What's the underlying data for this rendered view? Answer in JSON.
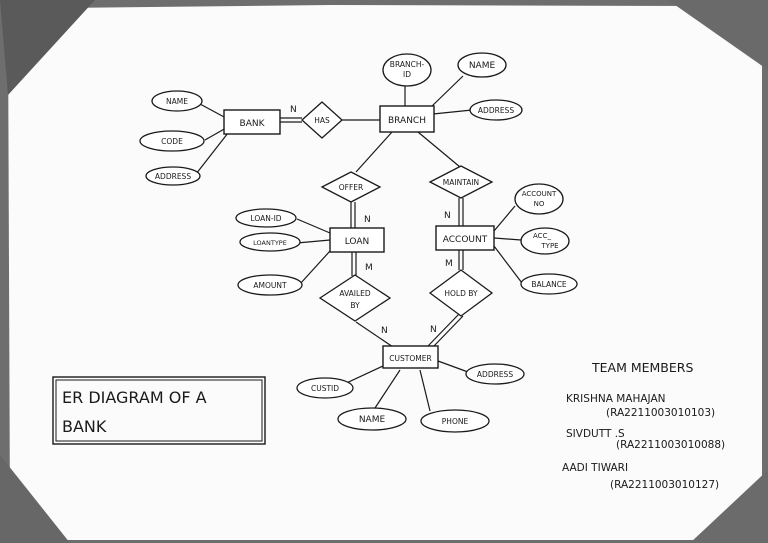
{
  "diagram": {
    "entities": {
      "bank": "BANK",
      "branch": "BRANCH",
      "loan": "LOAN",
      "account": "ACCOUNT",
      "customer": "CUSTOMER"
    },
    "relationships": {
      "has": "HAS",
      "offer": "OFFER",
      "maintain": "MAINTAIN",
      "availed_by_1": "AVAILED",
      "availed_by_2": "BY",
      "hold_by": "HOLD BY"
    },
    "attributes": {
      "bank_name": "NAME",
      "bank_code": "CODE",
      "bank_address": "ADDRESS",
      "branch_id_1": "BRANCH-",
      "branch_id_2": "ID",
      "branch_name": "NAME",
      "branch_address": "ADDRESS",
      "loan_id": "LOAN-ID",
      "loan_type": "LOANTYPE",
      "loan_amount": "AMOUNT",
      "account_no_1": "ACCOUNT",
      "account_no_2": "NO",
      "acc_type_1": "ACC_",
      "acc_type_2": "TYPE",
      "balance": "BALANCE",
      "cust_id": "CUSTID",
      "cust_name": "NAME",
      "cust_phone": "PHONE",
      "cust_address": "ADDRESS"
    },
    "cardinalities": {
      "bank_has": "N",
      "offer_loan": "N",
      "loan_availed": "M",
      "availed_customer": "N",
      "maintain_account": "N",
      "account_hold": "M",
      "hold_customer": "N"
    }
  },
  "title": {
    "line1": "ER DIAGRAM OF A",
    "line2": "BANK"
  },
  "team": {
    "heading": "TEAM MEMBERS",
    "members": [
      {
        "name": "KRISHNA MAHAJAN",
        "id": "(RA2211003010103)"
      },
      {
        "name": "SIVDUTT .S",
        "id": "(RA2211003010088)"
      },
      {
        "name": "AADI TIWARI",
        "id": "(RA2211003010127)"
      }
    ]
  }
}
